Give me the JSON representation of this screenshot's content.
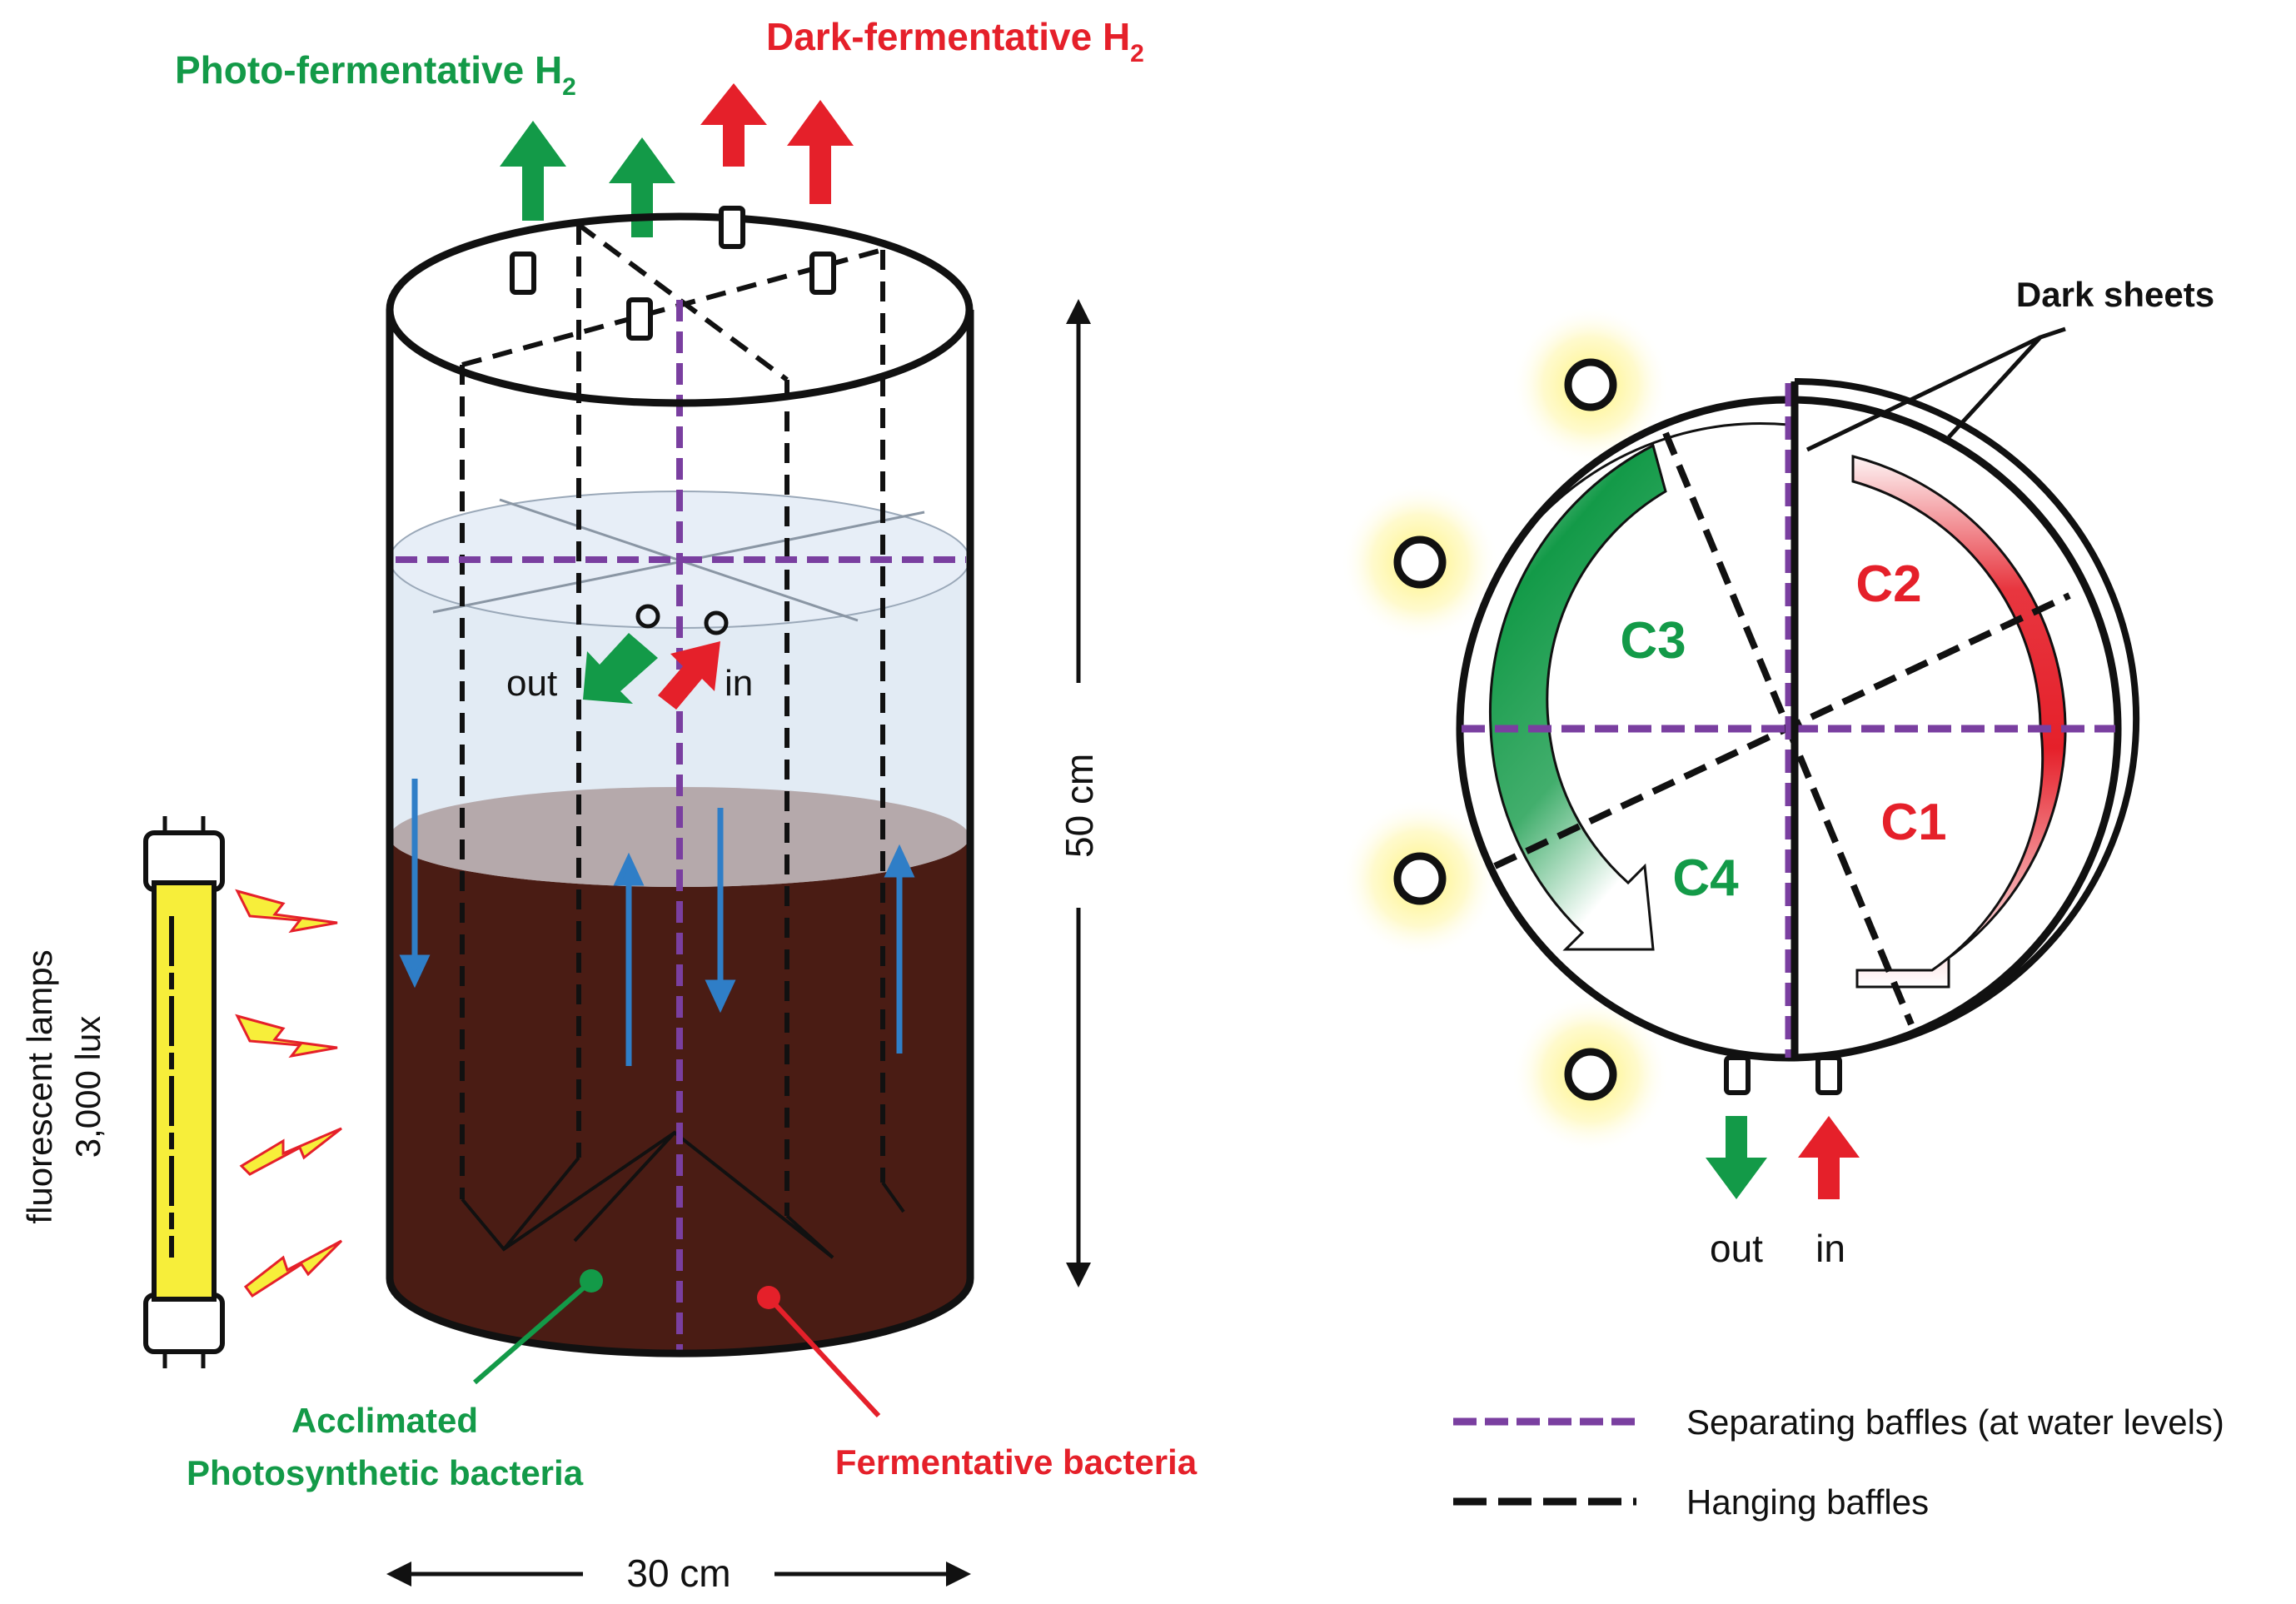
{
  "labels": {
    "photo_h2": "Photo-fermentative H",
    "photo_h2_sub": "2",
    "dark_h2": "Dark-fermentative H",
    "dark_h2_sub": "2",
    "out_left": "out",
    "in_left": "in",
    "height": "50 cm",
    "width": "30 cm",
    "lamp_line1": "fluorescent lamps",
    "lamp_line2": "3,000 lux",
    "photo_bacteria_line1": "Acclimated",
    "photo_bacteria_line2": "Photosynthetic bacteria",
    "ferm_bacteria": "Fermentative bacteria",
    "dark_sheets": "Dark sheets",
    "c1": "C1",
    "c2": "C2",
    "c3": "C3",
    "c4": "C4",
    "out_right": "out",
    "in_right": "in"
  },
  "legend": {
    "separating": "Separating baffles (at water levels)",
    "hanging": "Hanging baffles"
  },
  "colors": {
    "green": "#139a48",
    "red": "#e5202a",
    "purple": "#7a3fa0",
    "black": "#111111",
    "liquid": "#4a1c14",
    "water": "#dde8f2",
    "blue_arrow": "#2f7ec7",
    "lamp_yellow": "#f7ee3a",
    "glow": "#fff36a"
  }
}
